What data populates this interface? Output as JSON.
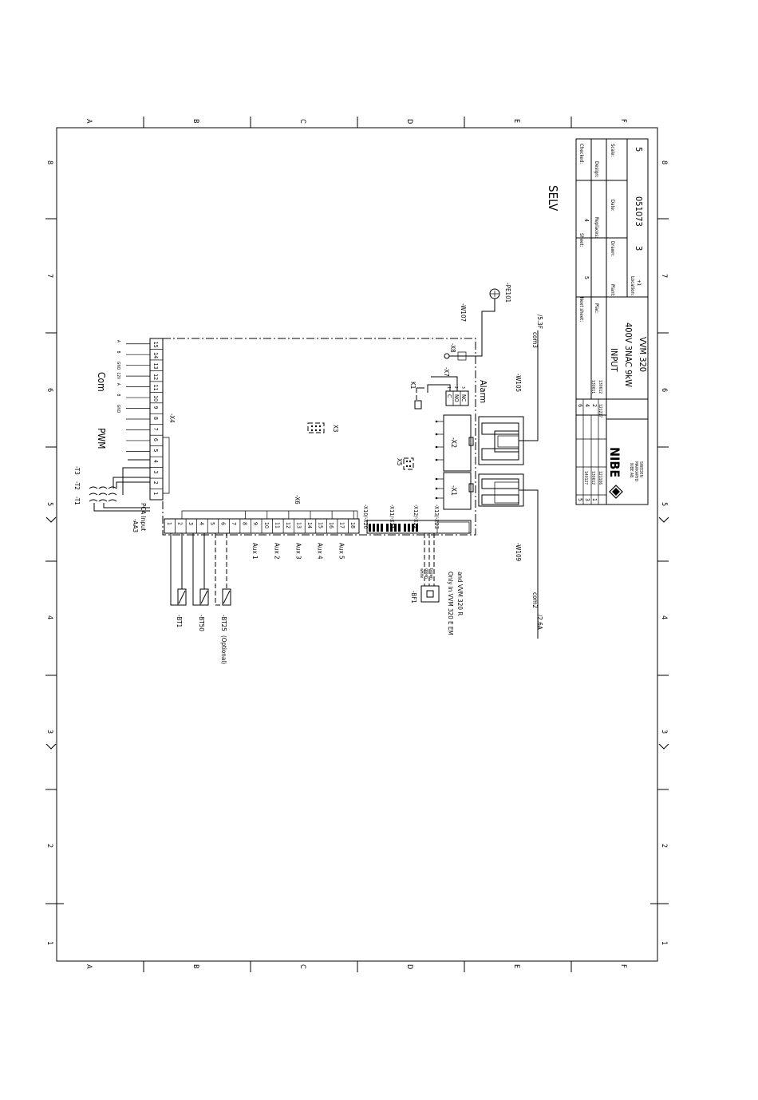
{
  "grid": {
    "columns": [
      "A",
      "B",
      "C",
      "D",
      "E",
      "F"
    ],
    "rows": [
      "8",
      "7",
      "6",
      "5",
      "4",
      "3",
      "2",
      "1"
    ]
  },
  "labels": {
    "selv": "SELV",
    "aa3": "-AA3",
    "pca_input": "PCA Input",
    "pwm": "PWM",
    "com": "Com",
    "x4": "-X4",
    "x6": "-X6",
    "x3": "X3",
    "x5": "X5",
    "x1": "-X1",
    "x2": "-X2",
    "x7": "-X7",
    "x8": "-X8",
    "k1": "K1",
    "alarm": "Alarm",
    "w107": "-W107",
    "pe101": "-PE101",
    "w105": "-W105",
    "w109": "-W109",
    "com3": "com3",
    "ref_53f": "/5.3F",
    "com2": "com2",
    "ref_26a": "/2.6A",
    "t1": "-T1",
    "t2": "-T2",
    "t3": "-T3",
    "bt1": "-BT1",
    "bt50": "-BT50",
    "bt25": "-BT25",
    "optional": "(Optional)",
    "bf1": "-BF1",
    "only_note_1": "Only in VVM 320 E EM",
    "only_note_2": "and VVM 320 R",
    "x10_x20": "-X10/-X20",
    "x11_x21": "-X11/-X21",
    "x12_x22": "-X12/-X22",
    "x13_x23": "-X13/-X23",
    "white": "white",
    "green": "green",
    "brown": "brown"
  },
  "x4_terminals": [
    "1",
    "2",
    "3",
    "4",
    "5",
    "6",
    "7",
    "8",
    "9",
    "10",
    "11",
    "12",
    "13",
    "14",
    "15"
  ],
  "x4_signals": [
    "GND",
    "B",
    "A",
    "12V",
    "GND",
    "B",
    "A"
  ],
  "x6_terminals": [
    "1",
    "2",
    "3",
    "4",
    "5",
    "6",
    "7",
    "8",
    "9",
    "10",
    "11",
    "12",
    "13",
    "14",
    "15",
    "16",
    "17",
    "18"
  ],
  "aux": [
    "Aux 1",
    "Aux 2",
    "Aux 3",
    "Aux 4",
    "Aux 5"
  ],
  "x7_contacts": [
    "C",
    "NO",
    "NC"
  ],
  "x7_pins": [
    "1",
    "2",
    "3"
  ],
  "title_block": {
    "title_line1": "INPUT",
    "title_line2": "400V 3NAC 9kW",
    "title_line3": "VVM 320",
    "company_1": "NIBE AB",
    "company_2": "MARKARYD",
    "company_3": "SWEDEN",
    "logo": "NIBE",
    "doc_number": "051073",
    "scale_label": "Scale:",
    "scale_value": "5",
    "checked_label": "Checked:",
    "design_label": "Design:",
    "date_label": "Date:",
    "drawn_label": "Drawn:",
    "sheet_label": "Sheet:",
    "sheet_value": "4",
    "replaces_label": "Replaces:",
    "next_sheet_label": "Next sheet:",
    "next_sheet_value": "5",
    "plac_label": "Plac:",
    "plant_label": "Plant:",
    "location_label": "Location:",
    "location_value": "+1",
    "sheet_count": "3",
    "revisions": [
      {
        "rev": "5",
        "date": "140127"
      },
      {
        "rev": "3",
        "date": "130612"
      },
      {
        "rev": "1",
        "date": "121106"
      }
    ],
    "revisions2": [
      {
        "rev": "6",
        "date": "130611"
      },
      {
        "rev": "4",
        "date": "130612"
      },
      {
        "rev": "2",
        "date": "121217"
      }
    ]
  }
}
